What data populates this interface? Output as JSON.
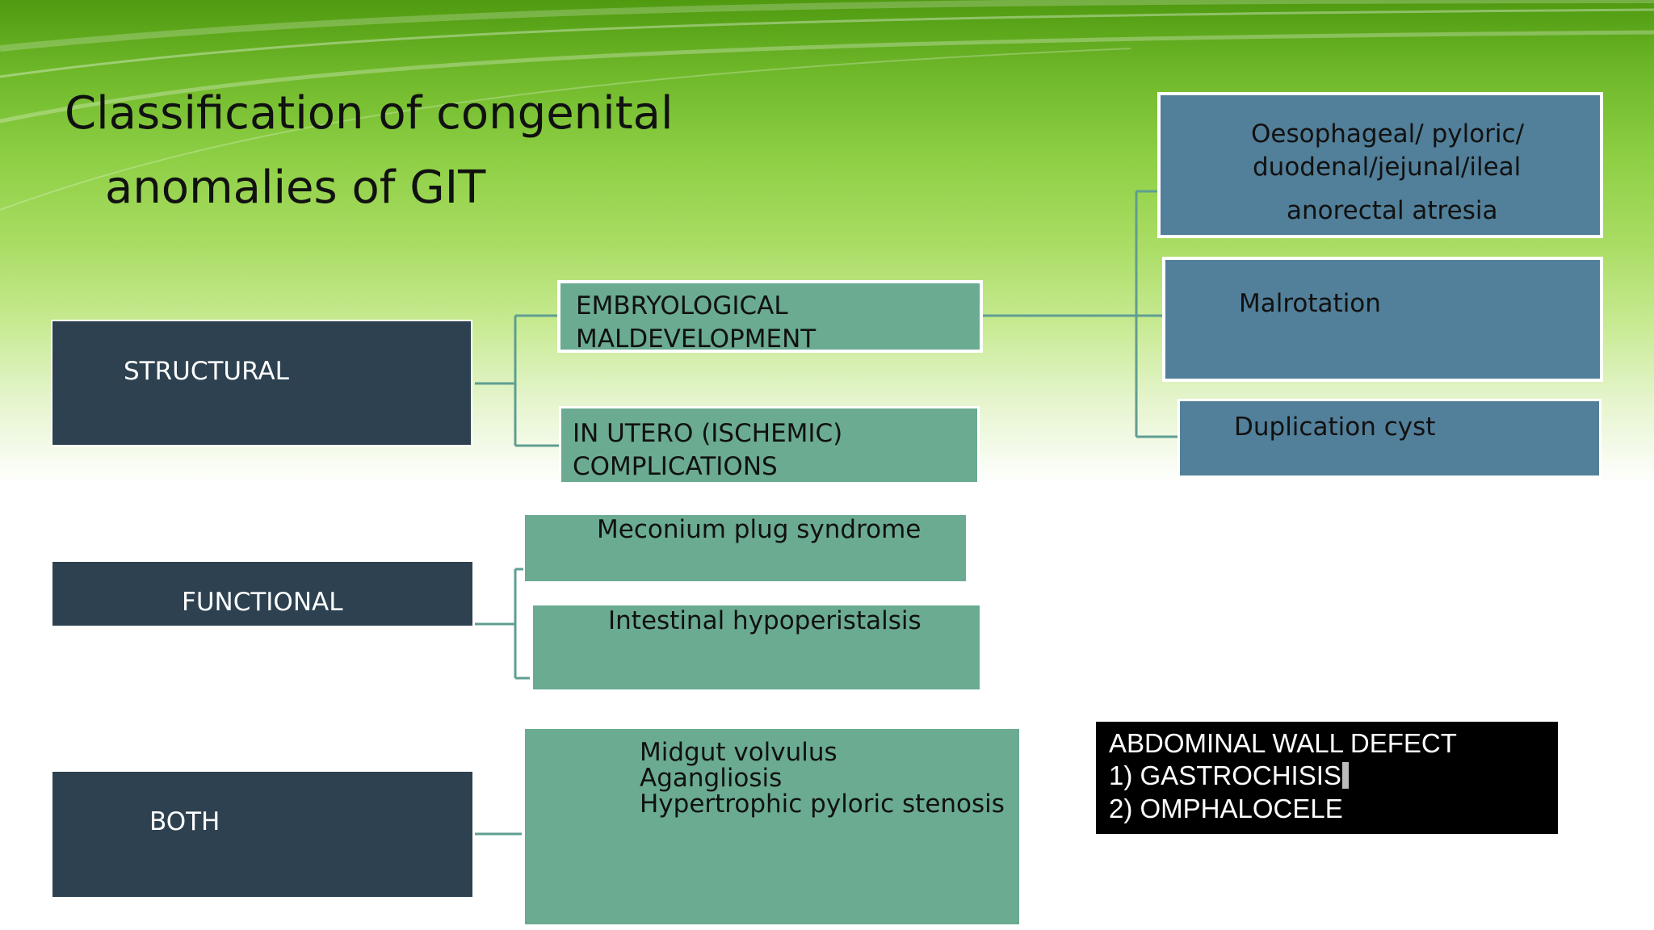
{
  "slide": {
    "title_line1": "Classification of congenital",
    "title_line2": "anomalies of GIT"
  },
  "categories": {
    "structural": "STRUCTURAL",
    "functional": "FUNCTIONAL",
    "both": "BOTH"
  },
  "structural_branches": {
    "embryological": "EMBRYOLOGICAL\nMALDEVELOPMENT",
    "in_utero": "IN UTERO (ISCHEMIC)\nCOMPLICATIONS"
  },
  "embryological_items": {
    "atresia_line1": "Oesophageal/ pyloric/",
    "atresia_line2": "duodenal/jejunal/ileal",
    "atresia_line3": "anorectal atresia",
    "malrotation": "Malrotation",
    "duplication": "Duplication cyst"
  },
  "functional_items": {
    "meconium": "Meconium plug syndrome",
    "hypoperistalsis": "Intestinal hypoperistalsis"
  },
  "both_items": {
    "item1": "Midgut volvulus",
    "item2": "Agangliosis",
    "item3": "Hypertrophic pyloric stenosis"
  },
  "abdominal_wall": {
    "heading": "ABDOMINAL WALL DEFECT",
    "item1": "1) GASTROCHISIS",
    "item2": "2) OMPHALOCELE"
  },
  "colors": {
    "navy_box": "#2d4150",
    "teal_box": "#6aab91",
    "steel_box": "#527f99",
    "connector": "#5f9e92"
  }
}
